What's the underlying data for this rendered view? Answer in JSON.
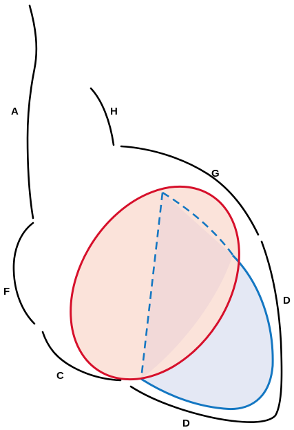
{
  "labels": {
    "a": "A",
    "c": "C",
    "d_right": "D",
    "d_bottom": "D",
    "f": "F",
    "g": "G",
    "h": "H"
  },
  "colors": {
    "outline": "#000000",
    "red_ellipse_stroke": "#d6102b",
    "red_ellipse_fill": "#fbe3da",
    "blue_stroke": "#1477c2",
    "blue_fill": "#e4e8f4",
    "overlap_fill": "#f2d9d8"
  }
}
